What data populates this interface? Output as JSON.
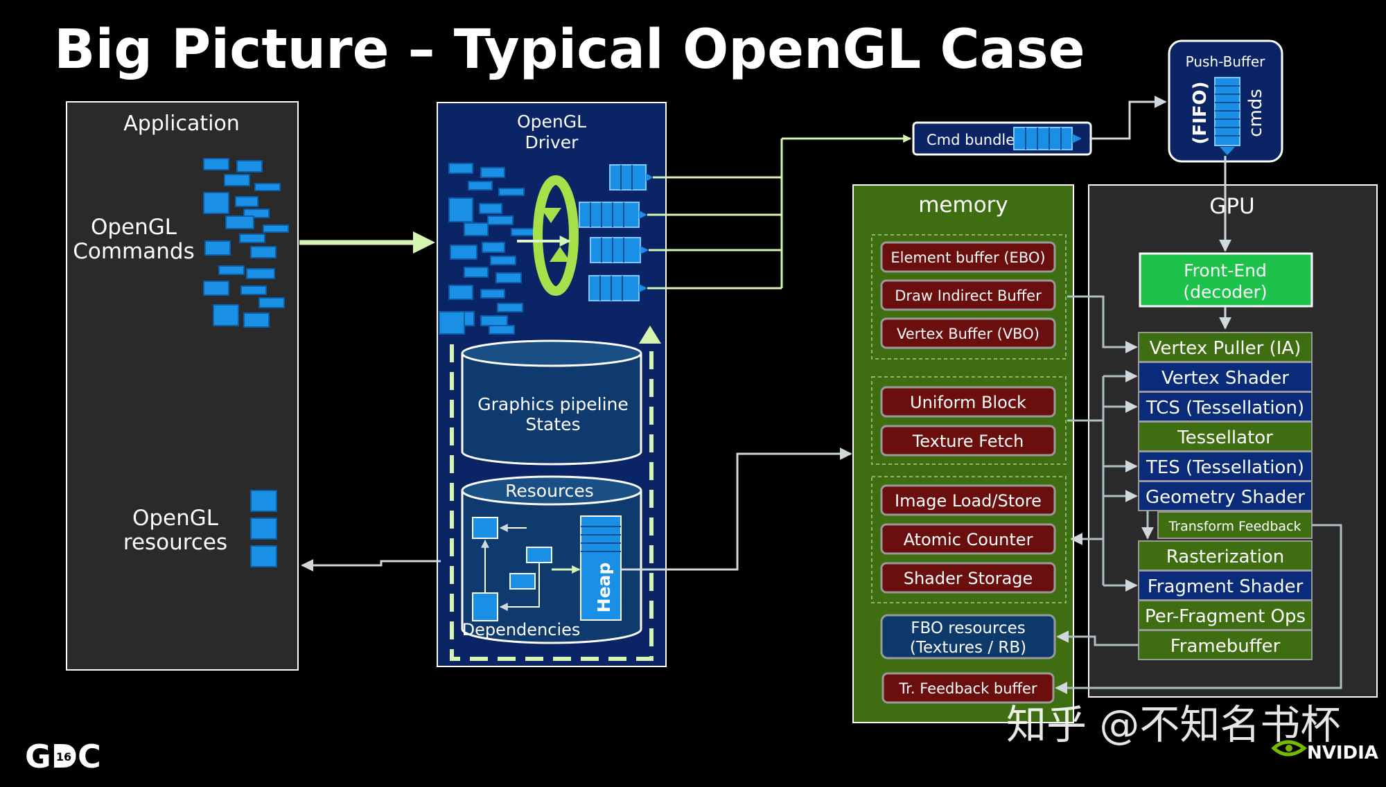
{
  "title": "Big Picture – Typical OpenGL Case",
  "application": {
    "label": "Application",
    "commands_label": [
      "OpenGL",
      "Commands"
    ],
    "resources_label": [
      "OpenGL",
      "resources"
    ]
  },
  "driver": {
    "label": [
      "OpenGL",
      "Driver"
    ],
    "states_label": [
      "Graphics pipeline",
      "States"
    ],
    "resources_label": "Resources",
    "heap_label": "Heap",
    "dependencies_label": "Dependencies"
  },
  "cmd_bundles": "Cmd bundles",
  "push_buffer": {
    "label": "Push-Buffer",
    "fifo": "(FIFO)",
    "cmds": "cmds"
  },
  "memory": {
    "label": "memory",
    "groups": [
      [
        "Element buffer (EBO)",
        "Draw Indirect Buffer",
        "Vertex Buffer (VBO)"
      ],
      [
        "Uniform Block",
        "Texture Fetch"
      ],
      [
        "Image Load/Store",
        "Atomic Counter",
        "Shader Storage"
      ]
    ],
    "fbo": [
      "FBO resources",
      "(Textures / RB)"
    ],
    "tr_feedback": "Tr. Feedback buffer"
  },
  "gpu": {
    "label": "GPU",
    "front_end": [
      "Front-End",
      "(decoder)"
    ],
    "stages": [
      "Vertex Puller (IA)",
      "Vertex Shader",
      "TCS (Tessellation)",
      "Tessellator",
      "TES (Tessellation)",
      "Geometry Shader",
      "Transform Feedback",
      "Rasterization",
      "Fragment Shader",
      "Per-Fragment Ops",
      "Framebuffer"
    ]
  },
  "watermark": "知乎 @不知名书杯",
  "logos": {
    "gdc": "GDC",
    "gdc_year": "16",
    "nvidia": "NVIDIA"
  },
  "colors": {
    "dark_panel": "#2a2a2a",
    "driver_blue": "#0a2466",
    "memory_green": "#3f6e12",
    "mem_red": "#6b0e0e",
    "front_end_green": "#1cc24a",
    "stage_green": "#3f6e12",
    "stage_blue": "#0a2a7a",
    "cmd_blue": "#1a8fe6",
    "light_green": "#d5f5b0"
  }
}
